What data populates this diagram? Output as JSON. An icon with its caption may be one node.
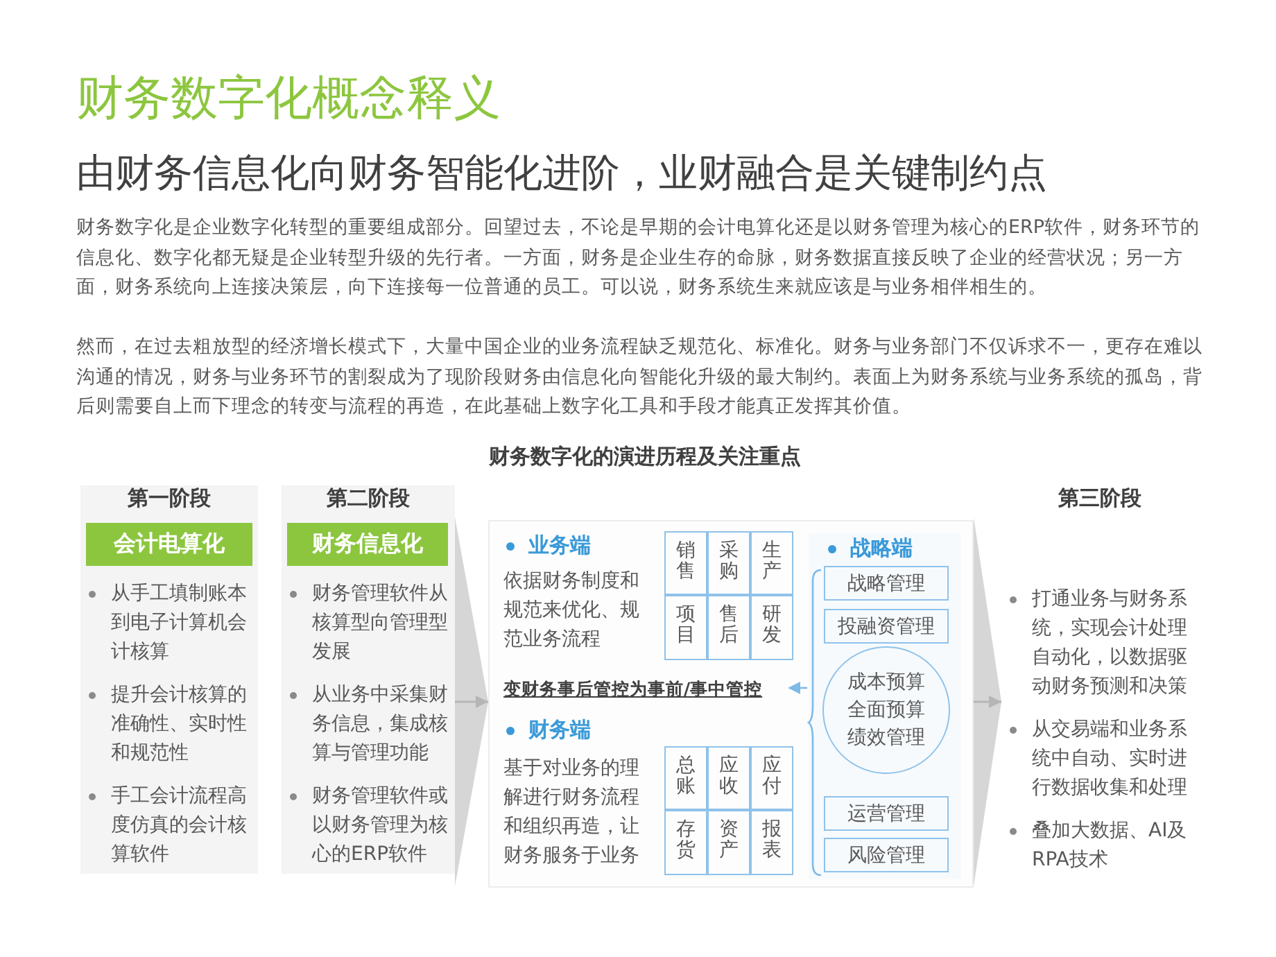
{
  "diagram": {
    "title": "财务数字化概念释义",
    "nodes": [
      {
        "text": [
          "第一阶段",
          "从手工填制账本到电子计算机会计核算",
          "提升会计核算的准确性、实时性和规范性",
          "手工会计流程高度仿真的会计核算软件"
        ]
      },
      {
        "text": [
          "会计电算化"
        ],
        "in": 0
      },
      {
        "text": [
          "第二阶段",
          "财务管理软件从核算型向管理型发展",
          "从业务中采集财务信息，集成核算与管理功能",
          "财务管理软件或以财务管理为核心的ERP软件"
        ]
      },
      {
        "text": [
          "财务信息化"
        ],
        "in": 2
      },
      {
        "text": [
          "业务端",
          "依据财务制度和规范来优化、规范业务流程",
          "财务端",
          "基于对业务的理解进行财务流程和组织再造，让财务服务于业务"
        ]
      },
      {
        "text": [
          "销售"
        ],
        "in": 4
      },
      {
        "text": [
          "采购"
        ],
        "in": 4
      },
      {
        "text": [
          "生产"
        ],
        "in": 4
      },
      {
        "text": [
          "项目"
        ],
        "in": 4
      },
      {
        "text": [
          "售后"
        ],
        "in": 4
      },
      {
        "text": [
          "研发"
        ],
        "in": 4
      },
      {
        "text": [
          "变财务事后管控为事前/事中管控"
        ],
        "in": 4
      },
      {
        "text": [
          "总账"
        ],
        "in": 4
      },
      {
        "text": [
          "应收"
        ],
        "in": 4
      },
      {
        "text": [
          "应付"
        ],
        "in": 4
      },
      {
        "text": [
          "存货"
        ],
        "in": 4
      },
      {
        "text": [
          "资产"
        ],
        "in": 4
      },
      {
        "text": [
          "报表"
        ],
        "in": 4
      },
      {
        "text": [
          "战略端"
        ],
        "in": 4
      },
      {
        "text": [
          "战略管理"
        ],
        "in": 18
      },
      {
        "text": [
          "投融资管理"
        ],
        "in": 18
      },
      {
        "text": [
          "成本预算",
          "全面预算",
          "绩效管理"
        ],
        "in": 18
      },
      {
        "text": [
          "运营管理"
        ],
        "in": 18
      },
      {
        "text": [
          "风险管理"
        ],
        "in": 18
      },
      {
        "text": [
          "第三阶段",
          "打通业务与财务系统，实现会计处理自动化，以数据驱动财务预测和决策",
          "从交易端和业务系统中自动、实时进行数据收集和处理",
          "叠加大数据、AI及RPA技术"
        ]
      }
    ],
    "edges": [
      {
        "from": 2,
        "to": 4,
        "arrow": "to"
      },
      {
        "from": 4,
        "to": 24,
        "arrow": "to"
      },
      {
        "from": 18,
        "to": 11,
        "arrow": "to",
        "color": "#7fb9e6"
      }
    ],
    "labels": [
      "由财务信息化向财务智能化进阶，业财融合是关键制约点",
      "财务数字化是企业数字化转型的重要组成部分。回望过去，不论是早期的会计电算化还是以财务管理为核心的ERP软件，财务环节的信息化、数字化都无疑是企业转型升级的先行者。一方面，财务是企业生存的命脉，财务数据直接反映了企业的经营状况；另一方面，财务系统向上连接决策层，向下连接每一位普通的员工。可以说，财务系统生来就应该是与业务相伴相生的。",
      "然而，在过去粗放型的经济增长模式下，大量中国企业的业务流程缺乏规范化、标准化。财务与业务部门不仅诉求不一，更存在难以沟通的情况，财务与业务环节的割裂成为了现阶段财务由信息化向智能化升级的最大制约。表面上为财务系统与业务系统的孤岛，背后则需要自上而下理念的转变与流程的再造，在此基础上数字化工具和手段才能真正发挥其价值。",
      "财务数字化的演进历程及关注重点"
    ]
  }
}
